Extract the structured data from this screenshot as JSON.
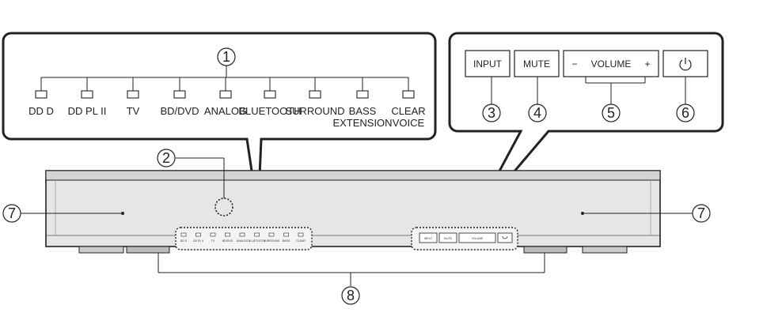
{
  "indicator_panel": {
    "callout_number": "1",
    "indicators": [
      {
        "label": "DD D"
      },
      {
        "label": "DD PL II"
      },
      {
        "label": "TV"
      },
      {
        "label": "BD/DVD"
      },
      {
        "label": "ANALOG"
      },
      {
        "label": "BLUETOOTH"
      },
      {
        "label": "SURROUND"
      },
      {
        "label": "BASS",
        "label2": "EXTENSION"
      },
      {
        "label": "CLEAR",
        "label2": "VOICE"
      }
    ]
  },
  "button_panel": {
    "input_label": "INPUT",
    "mute_label": "MUTE",
    "volume_minus": "−",
    "volume_label": "VOLUME",
    "volume_plus": "+",
    "power_symbol": "⏻",
    "input_callout": "3",
    "mute_callout": "4",
    "volume_callout": "5",
    "power_callout": "6"
  },
  "callouts": {
    "sensor": "2",
    "speaker_left": "7",
    "speaker_right": "7",
    "feet": "8"
  },
  "colors": {
    "outline": "#222222",
    "body_fill": "#e6e6e6",
    "panel_fill": "#ffffff"
  }
}
